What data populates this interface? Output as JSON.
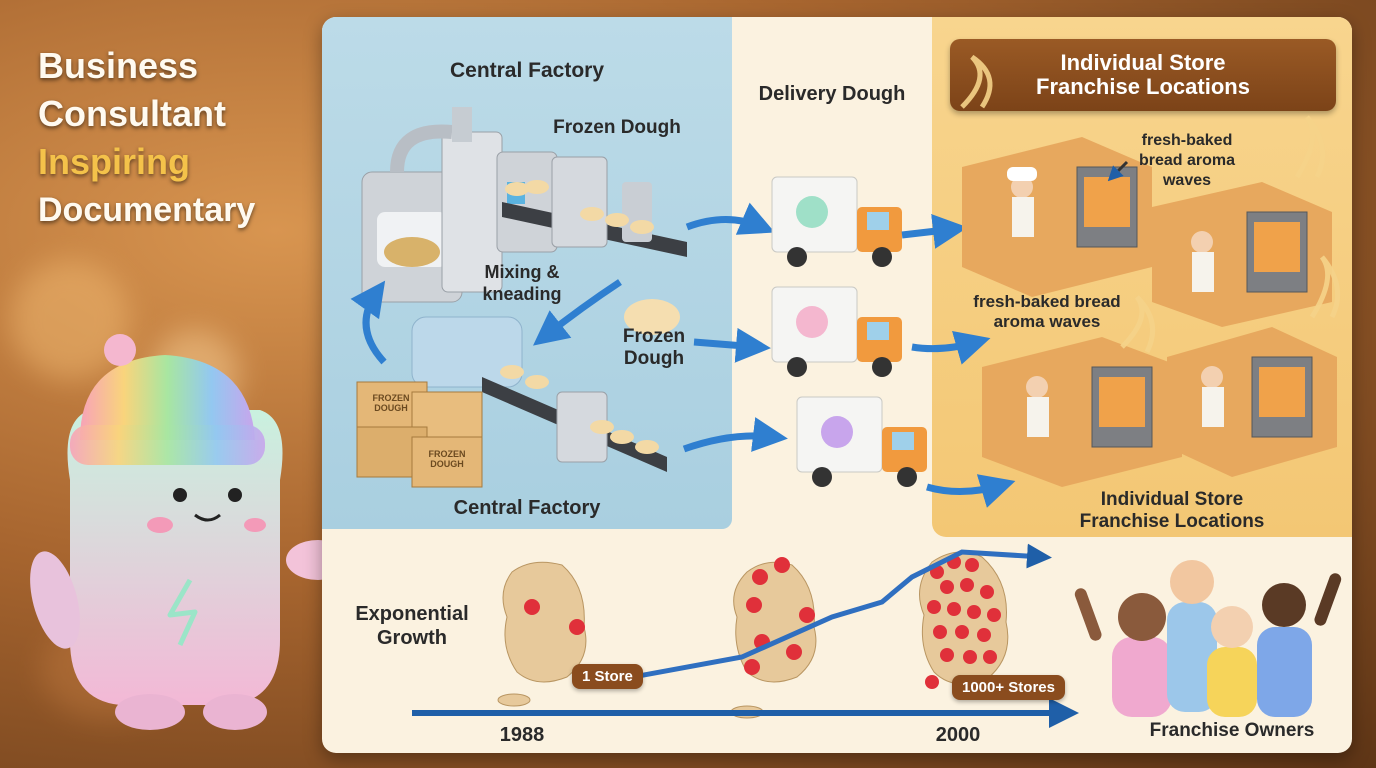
{
  "title": {
    "line1": "Business",
    "line2": "Consultant",
    "line3": "Inspiring",
    "line4": "Documentary"
  },
  "factory": {
    "heading": "Central Factory",
    "frozen_dough_top": "Frozen Dough",
    "mixing_line1": "Mixing &",
    "mixing_line2": "kneading",
    "frozen_dough_mid_line1": "Frozen",
    "frozen_dough_mid_line2": "Dough",
    "footer": "Central Factory",
    "box_label_1": "FROZEN DOUGH",
    "box_label_2": "FROZEN DOUGH"
  },
  "delivery": {
    "heading": "Delivery Dough"
  },
  "stores": {
    "header_line1": "Individual Store",
    "header_line2": "Franchise Locations",
    "aroma_top_line1": "fresh-baked",
    "aroma_top_line2": "bread aroma",
    "aroma_top_line3": "waves",
    "aroma_mid_line1": "fresh-baked bread",
    "aroma_mid_line2": "aroma waves",
    "footer_line1": "Individual Store",
    "footer_line2": "Franchise Locations"
  },
  "growth": {
    "label_line1": "Exponential",
    "label_line2": "Growth",
    "store_count_start": "1 Store",
    "store_count_end": "1000+ Stores",
    "year_start": "1988",
    "year_end": "2000"
  },
  "owners": {
    "label": "Franchise Owners"
  },
  "colors": {
    "accent_gold": "#f4c24a",
    "factory_blue": "#a9cfe0",
    "store_amber": "#f3c774",
    "header_brown": "#8a4c1e",
    "arrow_blue": "#2f7fd0",
    "pin_red": "#e0303a"
  }
}
